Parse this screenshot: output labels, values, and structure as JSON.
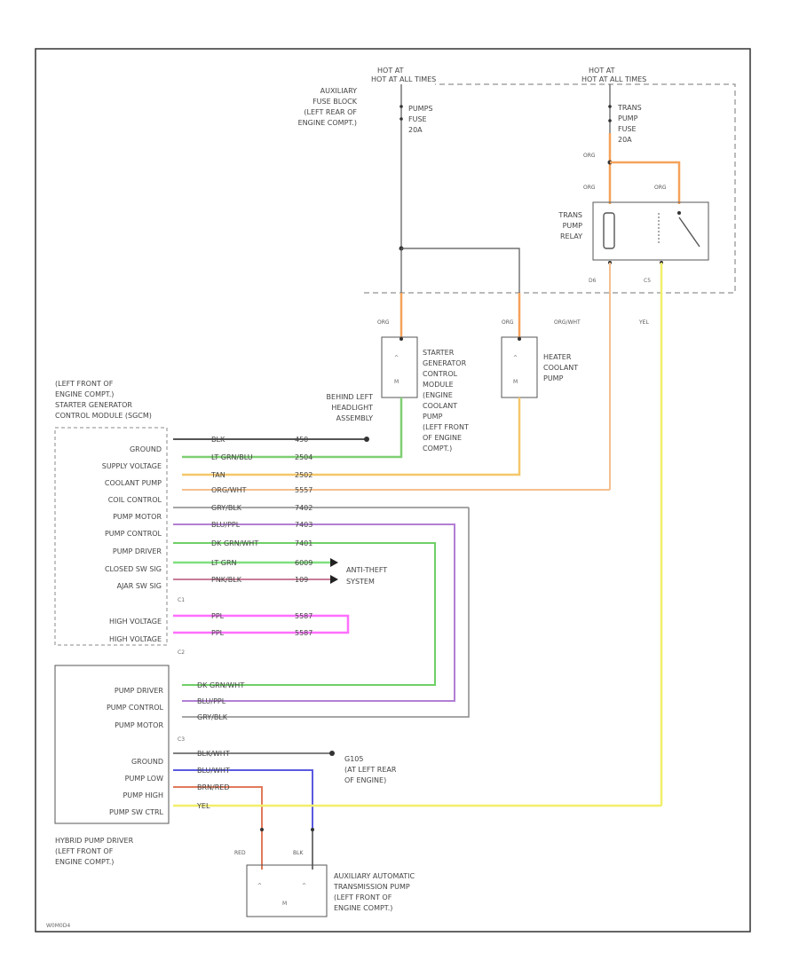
{
  "hot_at_all_times_1": "HOT AT ALL TIMES",
  "hot_at_all_times_2": "HOT AT ALL TIMES",
  "aux_fuse_block": [
    "AUXILIARY",
    "FUSE BLOCK",
    "(LEFT REAR OF",
    "ENGINE COMPT.)"
  ],
  "pumps_fuse": [
    "PUMPS",
    "FUSE",
    "20A"
  ],
  "trans_pump_fuse": [
    "TRANS",
    "PUMP",
    "FUSE",
    "20A"
  ],
  "trans_pump_relay": [
    "TRANS",
    "PUMP",
    "RELAY"
  ],
  "relay_pin_left": "D6",
  "relay_pin_right": "C5",
  "wire_org_a": "ORG",
  "wire_org_b": "ORG",
  "wire_org_c": "ORG",
  "wire_org_d": "ORG",
  "wire_org_e": "ORG",
  "wire_org_wht": "ORG/WHT",
  "wire_yel": "YEL",
  "starter_gen_module": [
    "STARTER",
    "GENERATOR",
    "CONTROL",
    "MODULE",
    "(ENGINE",
    "COOLANT",
    "PUMP",
    "(LEFT FRONT",
    "OF ENGINE",
    "COMPT.)"
  ],
  "heater_coolant_pump": [
    "HEATER",
    "COOLANT",
    "PUMP"
  ],
  "behind_left_headlight": [
    "BEHIND LEFT",
    "HEADLIGHT",
    "ASSEMBLY"
  ],
  "connector_label": [
    "(LEFT FRONT OF",
    "ENGINE COMPT.)",
    "STARTER GENERATOR",
    "CONTROL MODULE (SGCM)"
  ],
  "module_pins": [
    {
      "label": "GROUND",
      "wire": "BLK",
      "circ": "450"
    },
    {
      "label": "SUPPLY VOLTAGE",
      "wire": "LT GRN/BLU",
      "circ": "2504"
    },
    {
      "label": "COOLANT PUMP",
      "wire": "TAN",
      "circ": "2502"
    },
    {
      "label": "COIL CONTROL",
      "wire": "ORG/WHT",
      "circ": "5557"
    },
    {
      "label": "PUMP MOTOR",
      "wire": "GRY/BLK",
      "circ": "7402"
    },
    {
      "label": "PUMP CONTROL",
      "wire": "BLU/PPL",
      "circ": "7403"
    },
    {
      "label": "PUMP DRIVER",
      "wire": "DK GRN/WHT",
      "circ": "7401"
    },
    {
      "label": "CLOSED SW SIG",
      "wire": "LT GRN",
      "circ": "6009"
    },
    {
      "label": "AJAR SW SIG",
      "wire": "PNK/BLK",
      "circ": "109"
    }
  ],
  "c1": "C1",
  "c2": "C2",
  "c3": "C3",
  "high_voltage_rows": [
    {
      "label": "HIGH VOLTAGE",
      "wire": "PPL",
      "circ": "5587"
    },
    {
      "label": "HIGH VOLTAGE",
      "wire": "PPL",
      "circ": "5587"
    }
  ],
  "anti_theft": [
    "ANTI-THEFT",
    "SYSTEM"
  ],
  "driver_pins": [
    {
      "label": "PUMP DRIVER",
      "wire": "DK GRN/WHT"
    },
    {
      "label": "PUMP CONTROL",
      "wire": "BLU/PPL"
    },
    {
      "label": "PUMP MOTOR",
      "wire": "GRY/BLK"
    },
    {
      "label": "GROUND",
      "wire": "BLK/WHT"
    },
    {
      "label": "PUMP LOW",
      "wire": "BLU/WHT"
    },
    {
      "label": "PUMP HIGH",
      "wire": "BRN/RED"
    },
    {
      "label": "PUMP SW CTRL",
      "wire": "YEL"
    }
  ],
  "g105": [
    "G105",
    "(AT LEFT REAR",
    "OF ENGINE)"
  ],
  "hybrid_pump_driver": [
    "HYBRID PUMP DRIVER",
    "(LEFT FRONT OF",
    "ENGINE COMPT.)"
  ],
  "wire_red": "RED",
  "wire_blk": "BLK",
  "aux_trans_pump": [
    "AUXILIARY AUTOMATIC",
    "TRANSMISSION PUMP",
    "(LEFT FRONT OF",
    "ENGINE COMPT.)"
  ],
  "diagram_id": "W0M0D4"
}
